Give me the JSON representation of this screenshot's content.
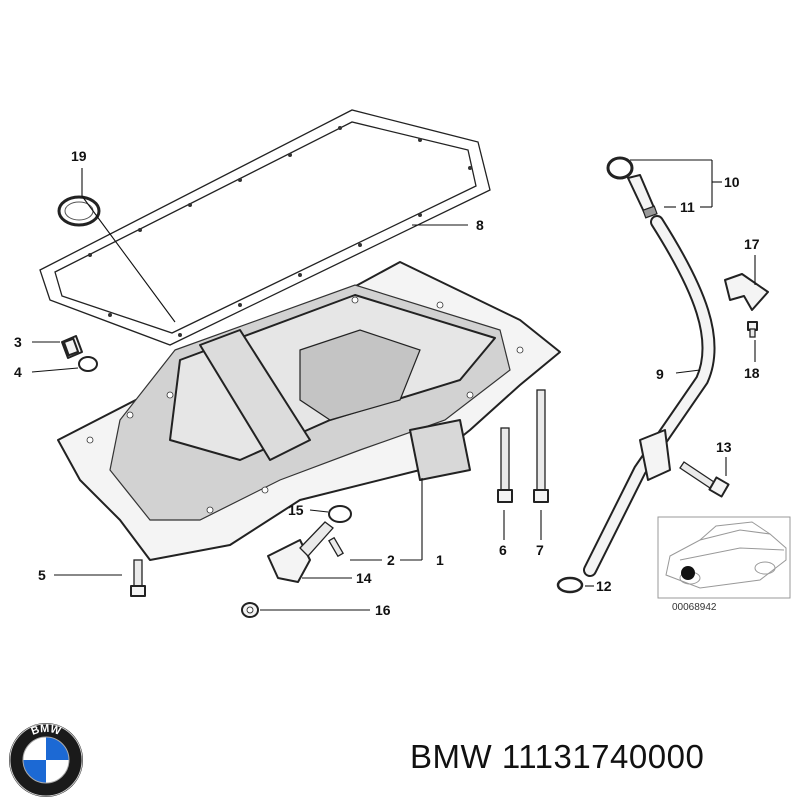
{
  "callouts": [
    {
      "id": "1",
      "label": "1"
    },
    {
      "id": "2",
      "label": "2"
    },
    {
      "id": "3",
      "label": "3"
    },
    {
      "id": "4",
      "label": "4"
    },
    {
      "id": "5",
      "label": "5"
    },
    {
      "id": "6",
      "label": "6"
    },
    {
      "id": "7",
      "label": "7"
    },
    {
      "id": "8",
      "label": "8"
    },
    {
      "id": "9",
      "label": "9"
    },
    {
      "id": "10",
      "label": "10"
    },
    {
      "id": "11",
      "label": "11"
    },
    {
      "id": "12",
      "label": "12"
    },
    {
      "id": "13",
      "label": "13"
    },
    {
      "id": "14",
      "label": "14"
    },
    {
      "id": "15",
      "label": "15"
    },
    {
      "id": "16",
      "label": "16"
    },
    {
      "id": "17",
      "label": "17"
    },
    {
      "id": "18",
      "label": "18"
    },
    {
      "id": "19",
      "label": "19"
    }
  ],
  "inset": {
    "code": "00068942"
  },
  "brand": {
    "logo_letters": "BMW",
    "text": "BMW 11131740000"
  },
  "colors": {
    "line": "#222222",
    "logo_blue": "#1c69d4",
    "logo_ring": "#1a1a1a"
  }
}
